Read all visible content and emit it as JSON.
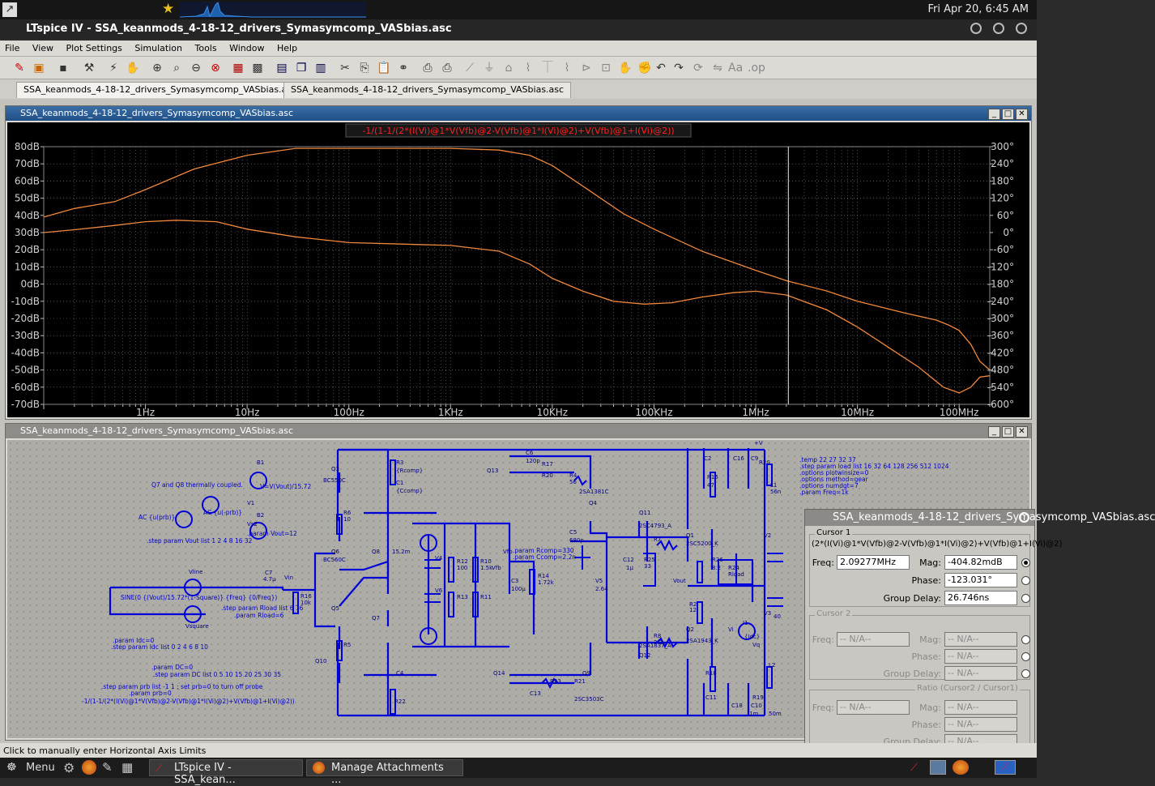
{
  "os": {
    "clock": "Fri Apr 20,  6:45 AM"
  },
  "app": {
    "title": "LTspice IV - SSA_keanmods_4-18-12_drivers_Symasymcomp_VASbias.asc"
  },
  "menu": [
    "File",
    "View",
    "Plot Settings",
    "Simulation",
    "Tools",
    "Window",
    "Help"
  ],
  "tabs": [
    "SSA_keanmods_4-18-12_drivers_Symasymcomp_VASbias.asc",
    "SSA_keanmods_4-18-12_drivers_Symasymcomp_VASbias.asc"
  ],
  "plot_window": {
    "title": "SSA_keanmods_4-18-12_drivers_Symasymcomp_VASbias.asc"
  },
  "schematic_window": {
    "title": "SSA_keanmods_4-18-12_drivers_Symasymcomp_VASbias.asc"
  },
  "chart_data": {
    "type": "line",
    "title": "-1/(1-1/(2*(I(Vi)@1*V(Vfb)@2-V(Vfb)@1*I(Vi)@2)+V(Vfb)@1+I(Vi)@2))",
    "x_scale": "log",
    "x_ticks": [
      "1Hz",
      "10Hz",
      "100Hz",
      "1KHz",
      "10KHz",
      "100KHz",
      "1MHz",
      "10MHz",
      "100MHz"
    ],
    "y_left_ticks": [
      "80dB",
      "70dB",
      "60dB",
      "50dB",
      "40dB",
      "30dB",
      "20dB",
      "10dB",
      "0dB",
      "-10dB",
      "-20dB",
      "-30dB",
      "-40dB",
      "-50dB",
      "-60dB",
      "-70dB"
    ],
    "y_right_ticks": [
      "300°",
      "240°",
      "180°",
      "120°",
      "60°",
      "0°",
      "-60°",
      "-120°",
      "-180°",
      "-240°",
      "-300°",
      "-360°",
      "-420°",
      "-480°",
      "-540°",
      "-600°"
    ],
    "ylim_mag": [
      -70,
      80
    ],
    "ylim_phase": [
      -600,
      300
    ],
    "cursor_x": 2092770.0,
    "series": [
      {
        "quantity": "magnitude",
        "color": "#f0883c",
        "points": [
          [
            0.1,
            39
          ],
          [
            0.2,
            44
          ],
          [
            0.5,
            48
          ],
          [
            1,
            55
          ],
          [
            3,
            67
          ],
          [
            10,
            75
          ],
          [
            30,
            79
          ],
          [
            100,
            79
          ],
          [
            1000,
            79
          ],
          [
            3000,
            78
          ],
          [
            6000,
            75
          ],
          [
            10000,
            69
          ],
          [
            20000,
            57
          ],
          [
            50000,
            41
          ],
          [
            100000,
            32
          ],
          [
            300000,
            19
          ],
          [
            1000000,
            8
          ],
          [
            2000000,
            2
          ],
          [
            5000000,
            -4
          ],
          [
            10000000,
            -10
          ],
          [
            30000000,
            -17
          ],
          [
            60000000,
            -21
          ],
          [
            80000000,
            -24
          ],
          [
            100000000,
            -27
          ],
          [
            130000000,
            -35
          ],
          [
            160000000,
            -45
          ],
          [
            200000000,
            -50
          ]
        ]
      },
      {
        "quantity": "phase",
        "color": "#f0883c",
        "points": [
          [
            0.1,
            0
          ],
          [
            0.2,
            10
          ],
          [
            0.5,
            25
          ],
          [
            1,
            38
          ],
          [
            2,
            43
          ],
          [
            5,
            38
          ],
          [
            10,
            12
          ],
          [
            30,
            -15
          ],
          [
            100,
            -35
          ],
          [
            1000,
            -45
          ],
          [
            3000,
            -65
          ],
          [
            6000,
            -110
          ],
          [
            10000,
            -160
          ],
          [
            20000,
            -205
          ],
          [
            40000,
            -240
          ],
          [
            80000,
            -250
          ],
          [
            150000,
            -245
          ],
          [
            300000,
            -225
          ],
          [
            600000,
            -210
          ],
          [
            1000000,
            -205
          ],
          [
            2000000,
            -218
          ],
          [
            5000000,
            -270
          ],
          [
            10000000,
            -330
          ],
          [
            20000000,
            -400
          ],
          [
            40000000,
            -470
          ],
          [
            70000000,
            -540
          ],
          [
            100000000,
            -560
          ],
          [
            130000000,
            -540
          ],
          [
            160000000,
            -505
          ],
          [
            200000000,
            -500
          ]
        ]
      }
    ]
  },
  "schematic": {
    "annotations": [
      {
        "text": "Q7 and Q8 thermally coupled."
      },
      {
        "text": "V=V(Vout)/15.72"
      },
      {
        "text": "AC {u(-prb)}"
      },
      {
        "text": "AC {u(prb)}"
      },
      {
        "text": ".param Vout=12"
      },
      {
        "text": ".step param Vout list 1 2 4 8 16 32"
      },
      {
        "text": "SINE(0 {(Vout)/15.72*(1-Square)} {Freq} {0/Freq})"
      },
      {
        "text": ".step param Rload list 6 16"
      },
      {
        "text": ".param Rload=6"
      },
      {
        "text": ".param Idc=0"
      },
      {
        "text": ".step param Idc list 0 2 4 6 8 10"
      },
      {
        "text": ".param DC=0"
      },
      {
        "text": ".step param DC list 0 5 10 15 20 25 30 35"
      },
      {
        "text": ".step param prb list -1 1 ; set prb=0 to turn off probe"
      },
      {
        "text": ".param prb=0"
      },
      {
        "text": "-1/(1-1/(2*(I(Vi)@1*V(Vfb)@2-V(Vfb)@1*I(Vi)@2)+V(Vfb)@1+I(Vi)@2))"
      },
      {
        "text": ".param Rcomp=330"
      },
      {
        "text": ".param Ccomp=2.2n"
      },
      {
        "text": ".temp 22 27 32 37"
      },
      {
        "text": ".step param load list 16 32 64 128 256 512 1024"
      },
      {
        "text": ".options plotwinsize=0"
      },
      {
        "text": ".options method=gear"
      },
      {
        "text": ".options numdgt=7"
      },
      {
        "text": ".param Freq=1k"
      }
    ],
    "labels": [
      {
        "text": "R3"
      },
      {
        "text": "{Rcomp}"
      },
      {
        "text": "C1"
      },
      {
        "text": "{Ccomp}"
      },
      {
        "text": "Q3"
      },
      {
        "text": "BC550C"
      },
      {
        "text": "R6"
      },
      {
        "text": "10"
      },
      {
        "text": "Q6"
      },
      {
        "text": "BC560C"
      },
      {
        "text": "Q5"
      },
      {
        "text": "R5"
      },
      {
        "text": "Q10"
      },
      {
        "text": "Q8"
      },
      {
        "text": "Q7"
      },
      {
        "text": "15.2m"
      },
      {
        "text": "V4"
      },
      {
        "text": "V6"
      },
      {
        "text": "R12"
      },
      {
        "text": "100"
      },
      {
        "text": "R13"
      },
      {
        "text": "R10"
      },
      {
        "text": "1.5k"
      },
      {
        "text": "R11"
      },
      {
        "text": "Vfb"
      },
      {
        "text": "C3"
      },
      {
        "text": "100µ"
      },
      {
        "text": "R14"
      },
      {
        "text": "1.72k"
      },
      {
        "text": "C4"
      },
      {
        "text": "R22"
      },
      {
        "text": "Q13"
      },
      {
        "text": "Q14"
      },
      {
        "text": "C6"
      },
      {
        "text": "120p"
      },
      {
        "text": "R17"
      },
      {
        "text": "R20"
      },
      {
        "text": "R4"
      },
      {
        "text": "56"
      },
      {
        "text": "2SA1381C"
      },
      {
        "text": "Q4"
      },
      {
        "text": "C5"
      },
      {
        "text": "680p"
      },
      {
        "text": "V5"
      },
      {
        "text": "2.64"
      },
      {
        "text": "R23"
      },
      {
        "text": "R21"
      },
      {
        "text": "C13"
      },
      {
        "text": "2SC3503C"
      },
      {
        "text": "Q9"
      },
      {
        "text": "Q11"
      },
      {
        "text": "2SC4793_A"
      },
      {
        "text": "R7"
      },
      {
        "text": "C12"
      },
      {
        "text": "1µ"
      },
      {
        "text": "R25"
      },
      {
        "text": "33"
      },
      {
        "text": "Q1"
      },
      {
        "text": "2SC5200_K"
      },
      {
        "text": "R8"
      },
      {
        "text": "2.2"
      },
      {
        "text": "2SA1837_A"
      },
      {
        "text": "Q12"
      },
      {
        "text": "R2"
      },
      {
        "text": "12"
      },
      {
        "text": "2SA1943_K"
      },
      {
        "text": "Q2"
      },
      {
        "text": "Vout"
      },
      {
        "text": "R26"
      },
      {
        "text": "8.2"
      },
      {
        "text": "R24"
      },
      {
        "text": "Rload"
      },
      {
        "text": "Vi"
      },
      {
        "text": "V2"
      },
      {
        "text": "V3"
      },
      {
        "text": "40"
      },
      {
        "text": "I1"
      },
      {
        "text": "{Idc}"
      },
      {
        "text": "L1"
      },
      {
        "text": "56n"
      },
      {
        "text": "L2"
      },
      {
        "text": "C2"
      },
      {
        "text": "C16"
      },
      {
        "text": "C9"
      },
      {
        "text": "R15"
      },
      {
        "text": "47"
      },
      {
        "text": "R18"
      },
      {
        "text": "C11"
      },
      {
        "text": "C18"
      },
      {
        "text": "C10"
      },
      {
        "text": "+V"
      },
      {
        "text": "Vq"
      },
      {
        "text": "B1"
      },
      {
        "text": "B2"
      },
      {
        "text": "V1"
      },
      {
        "text": "Vs2"
      },
      {
        "text": "Vline"
      },
      {
        "text": "Vsquare"
      },
      {
        "text": "C7"
      },
      {
        "text": "4.7µ"
      },
      {
        "text": "R16"
      },
      {
        "text": "10k"
      },
      {
        "text": "Vin"
      },
      {
        "text": "Vfb"
      },
      {
        "text": "50m"
      },
      {
        "text": "1m"
      },
      {
        "text": "R20"
      },
      {
        "text": "R19"
      }
    ]
  },
  "cursor_dialog": {
    "title": "SSA_keanmods_4-18-12_drivers_Symasymcomp_VASbias.asc",
    "expr": "(2*(I(Vi)@1*V(Vfb)@2-V(Vfb)@1*I(Vi)@2)+V(Vfb)@1+I(Vi)@2)",
    "cursor1": {
      "label": "Cursor 1",
      "freq_label": "Freq:",
      "freq": "2.09277MHz",
      "mag_label": "Mag:",
      "mag": "-404.82mdB",
      "phase_label": "Phase:",
      "phase": "-123.031°",
      "gd_label": "Group Delay:",
      "gd": "26.746ns"
    },
    "cursor2": {
      "label": "Cursor 2",
      "freq_label": "Freq:",
      "freq": "-- N/A--",
      "mag_label": "Mag:",
      "mag": "-- N/A--",
      "phase_label": "Phase:",
      "phase": "-- N/A--",
      "gd_label": "Group Delay:",
      "gd": "-- N/A--"
    },
    "ratio": {
      "label": "Ratio (Cursor2 / Cursor1)",
      "freq_label": "Freq:",
      "freq": "-- N/A--",
      "mag_label": "Mag:",
      "mag": "-- N/A--",
      "phase_label": "Phase:",
      "phase": "-- N/A--",
      "gd_label": "Group Delay:",
      "gd": "-- N/A--"
    }
  },
  "status": {
    "text": "Click to manually enter Horizontal Axis Limits"
  },
  "taskbar": {
    "menu": "Menu",
    "tasks": [
      "LTspice IV - SSA_kean...",
      "Manage Attachments ..."
    ]
  }
}
